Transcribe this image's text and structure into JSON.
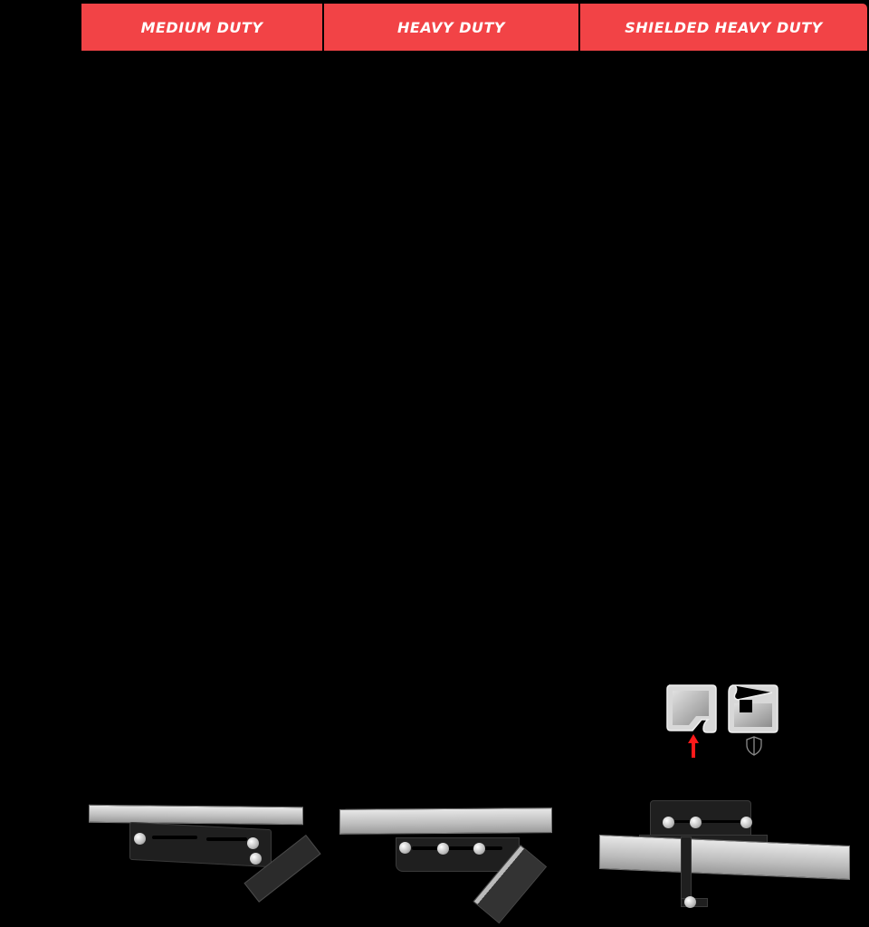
{
  "columns": [
    {
      "label": "MEDIUM DUTY"
    },
    {
      "label": "HEAVY DUTY"
    },
    {
      "label": "SHIELDED HEAVY DUTY"
    }
  ],
  "colors": {
    "header_bg": "#f24346",
    "header_text": "#ffffff",
    "page_bg": "#000000",
    "arrow": "#ff0000"
  },
  "profile_icons": {
    "open_channel": "open-profile-icon",
    "closed_channel": "closed-profile-icon",
    "indicator_open": "red-arrow-up-icon",
    "indicator_closed": "shield-icon"
  },
  "products": [
    {
      "name": "medium-duty-mount"
    },
    {
      "name": "heavy-duty-mount"
    },
    {
      "name": "shielded-heavy-duty-mount"
    }
  ]
}
